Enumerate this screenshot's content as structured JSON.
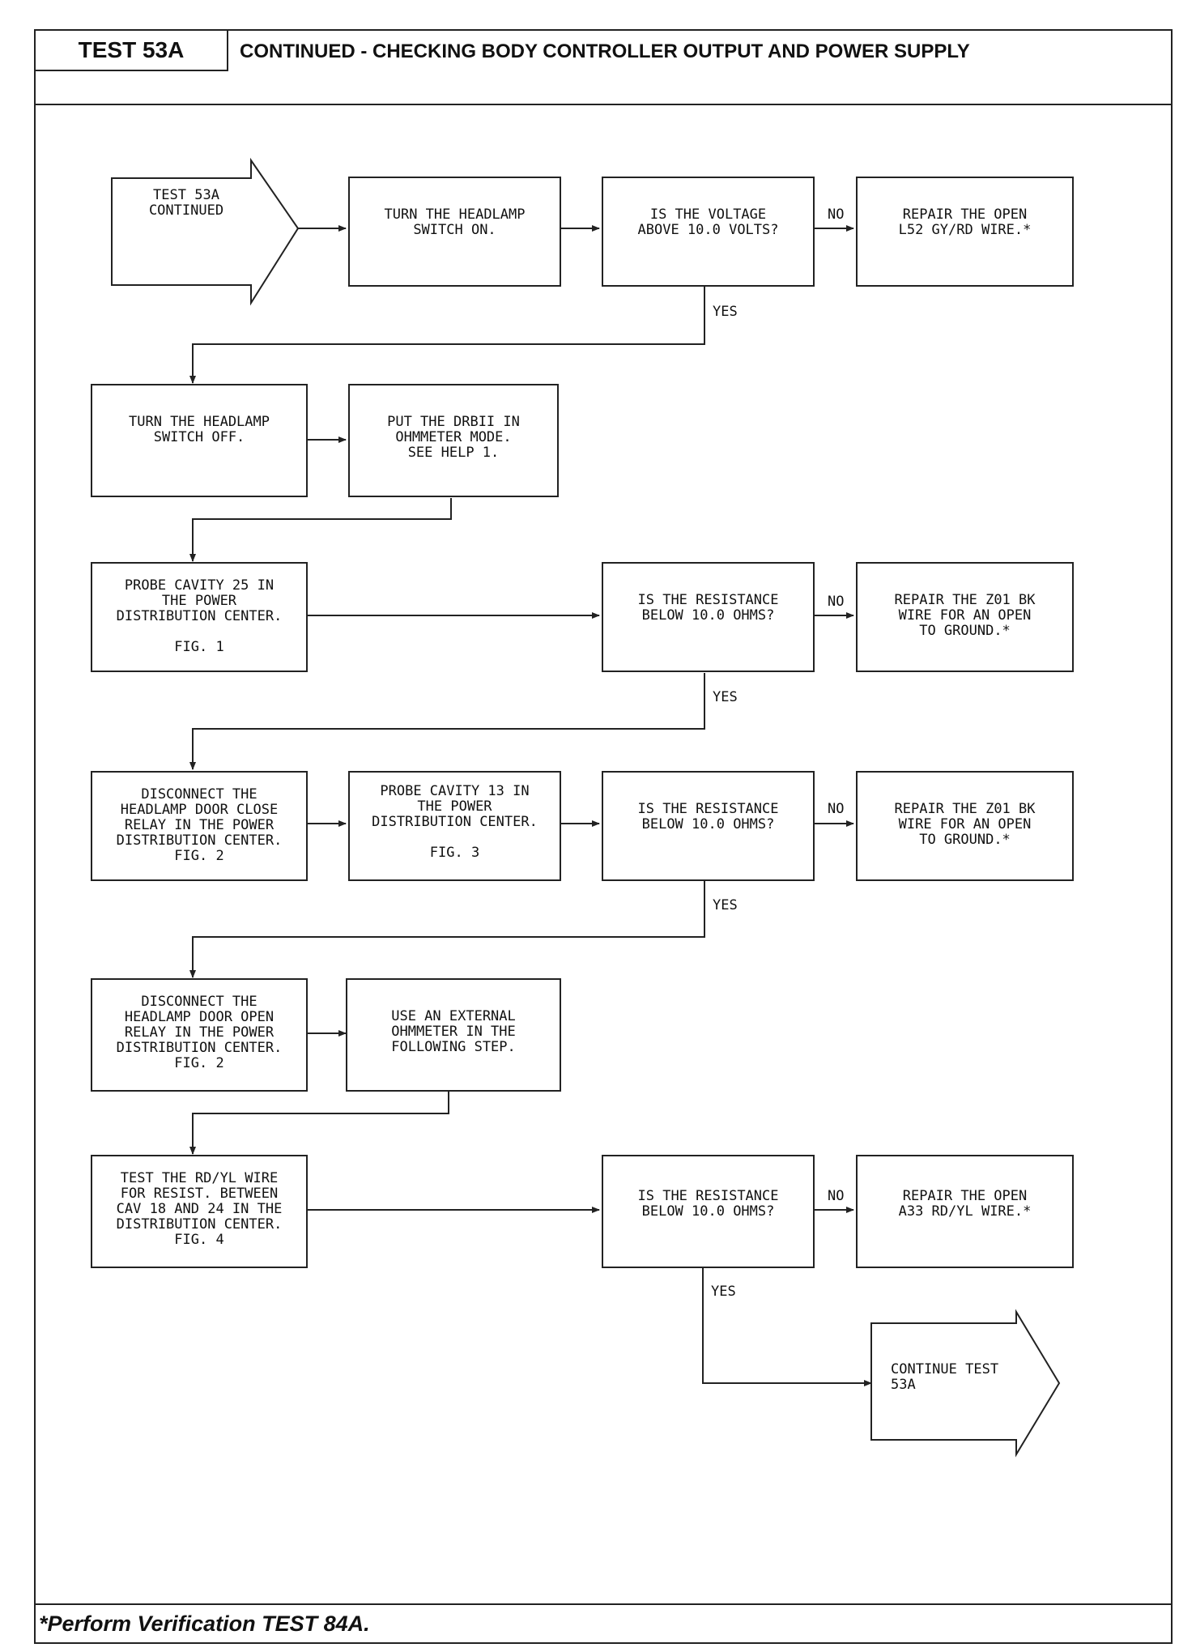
{
  "header": {
    "test_id": "TEST 53A",
    "title": "CONTINUED - CHECKING BODY CONTROLLER OUTPUT AND POWER SUPPLY"
  },
  "footer": {
    "note": "*Perform Verification TEST 84A."
  },
  "labels": {
    "yes": "YES",
    "no": "NO"
  },
  "flow": {
    "start": "TEST 53A\nCONTINUED",
    "row1": {
      "step": "TURN THE HEADLAMP\nSWITCH ON.",
      "question": "IS THE VOLTAGE\nABOVE 10.0 VOLTS?",
      "no_action": "REPAIR THE OPEN\nL52 GY/RD WIRE.*"
    },
    "row2": {
      "step1": "TURN THE HEADLAMP\nSWITCH OFF.",
      "step2": "PUT THE DRBII IN\nOHMMETER MODE.\nSEE HELP 1."
    },
    "row3": {
      "step": "PROBE CAVITY 25 IN\nTHE POWER\nDISTRIBUTION CENTER.\n\nFIG. 1",
      "question": "IS THE RESISTANCE\nBELOW 10.0 OHMS?",
      "no_action": "REPAIR THE Z01 BK\nWIRE FOR AN OPEN\nTO GROUND.*"
    },
    "row4": {
      "step1": "DISCONNECT THE\nHEADLAMP DOOR CLOSE\nRELAY IN THE POWER\nDISTRIBUTION CENTER.\nFIG. 2",
      "step2": "PROBE CAVITY 13 IN\nTHE POWER\nDISTRIBUTION CENTER.\n\nFIG. 3",
      "question": "IS THE RESISTANCE\nBELOW 10.0 OHMS?",
      "no_action": "REPAIR THE Z01 BK\nWIRE FOR AN OPEN\nTO GROUND.*"
    },
    "row5": {
      "step1": "DISCONNECT THE\nHEADLAMP DOOR OPEN\nRELAY IN THE POWER\nDISTRIBUTION CENTER.\nFIG. 2",
      "step2": "USE AN EXTERNAL\nOHMMETER IN THE\nFOLLOWING STEP."
    },
    "row6": {
      "step": "TEST THE RD/YL WIRE\nFOR RESIST. BETWEEN\nCAV 18 AND 24 IN THE\nDISTRIBUTION CENTER.\nFIG. 4",
      "question": "IS THE RESISTANCE\nBELOW 10.0 OHMS?",
      "no_action": "REPAIR THE OPEN\nA33 RD/YL WIRE.*"
    },
    "end": "CONTINUE TEST\n53A"
  }
}
